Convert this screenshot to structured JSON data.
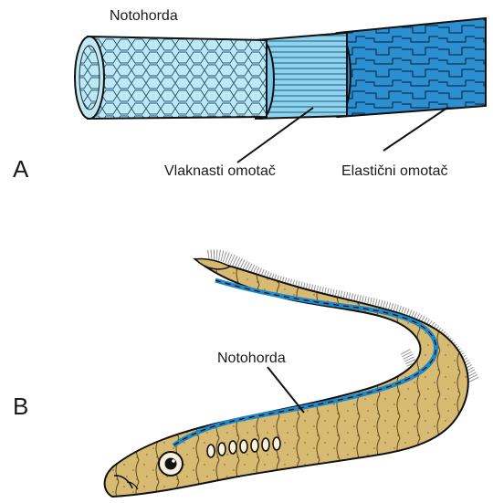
{
  "panel_a": {
    "letter": "A",
    "labels": {
      "notochord": "Notohorda",
      "fibrous_sheath": "Vlaknasti omotač",
      "elastic_sheath": "Elastični omotač"
    },
    "colors": {
      "core_fill": "#bfe8f5",
      "fibrous_fill": "#8fd2ee",
      "elastic_fill": "#2b8fd1",
      "outline": "#111111"
    }
  },
  "panel_b": {
    "letter": "B",
    "labels": {
      "notochord": "Notohorda"
    },
    "colors": {
      "body_fill": "#d8bb73",
      "notochord_line": "#1e88c8",
      "outline": "#111111"
    }
  }
}
